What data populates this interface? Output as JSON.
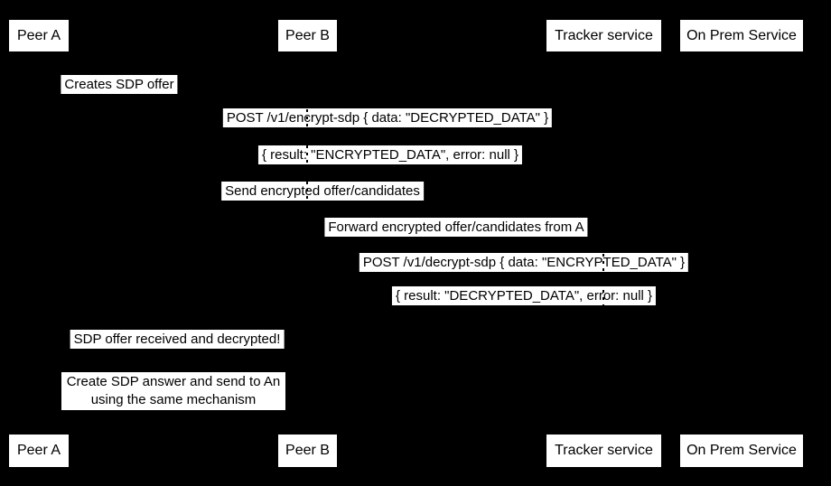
{
  "diagram": {
    "type": "sequence-diagram",
    "colors": {
      "background": "#000000",
      "label_background": "#ffffff",
      "label_text": "#000000"
    },
    "participants": [
      {
        "label": "Peer A"
      },
      {
        "label": "Peer B"
      },
      {
        "label": "Tracker service"
      },
      {
        "label": "On Prem Service"
      }
    ],
    "messages": {
      "creates_offer": "Creates SDP offer",
      "post_encrypt": "POST /v1/encrypt-sdp { data: \"DECRYPTED_DATA\" }",
      "result_encrypted": "{ result: \"ENCRYPTED_DATA\", error: null }",
      "send_encrypted": "Send encrypted offer/candidates",
      "forward": "Forward encrypted offer/candidates from A",
      "post_decrypt": "POST /v1/decrypt-sdp { data: \"ENCRYPTED_DATA\" }",
      "result_decrypted": "{ result: \"DECRYPTED_DATA\", error: null }",
      "sdp_received": "SDP offer received and decrypted!",
      "note_line1": "Create SDP answer and send to An",
      "note_line2": "using the same mechanism"
    }
  }
}
